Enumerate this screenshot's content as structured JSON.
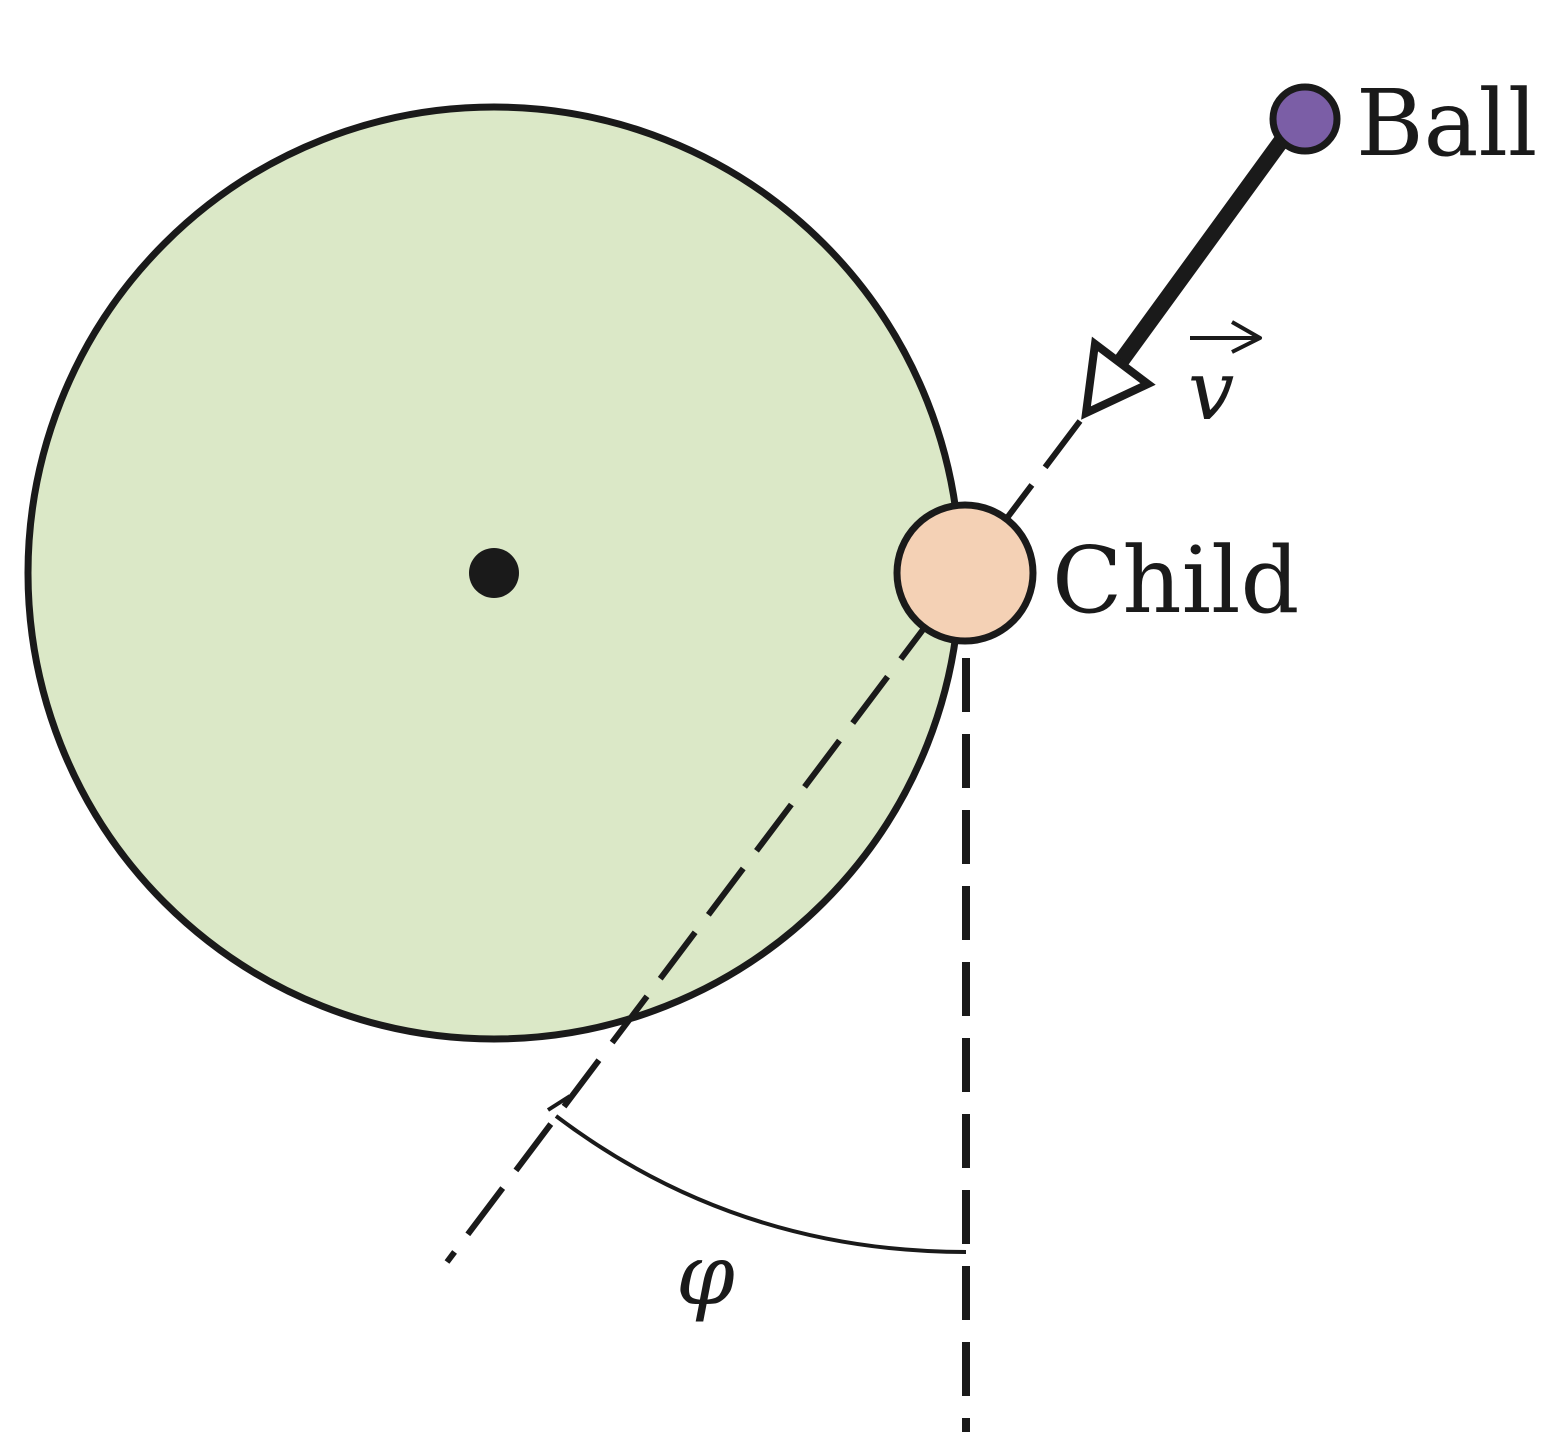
{
  "labels": {
    "ball": "Ball",
    "child": "Child",
    "velocity": "v",
    "angle": "φ"
  },
  "colors": {
    "merry_go_round_fill": "#dbe8c7",
    "child_fill": "#f4d1b5",
    "ball_fill": "#7b5ea6",
    "stroke": "#1a1a1a",
    "background": "#ffffff"
  }
}
